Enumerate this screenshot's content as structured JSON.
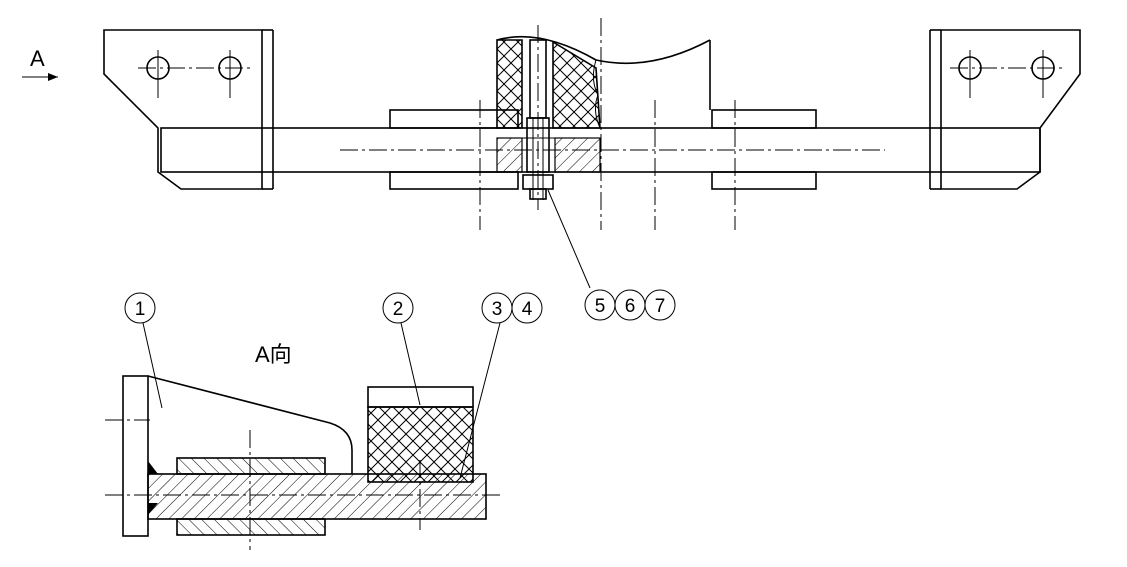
{
  "drawing": {
    "view_arrow_label": "A",
    "view_title": "A向",
    "balloons": [
      "1",
      "2",
      "3",
      "4",
      "5",
      "6",
      "7"
    ]
  }
}
